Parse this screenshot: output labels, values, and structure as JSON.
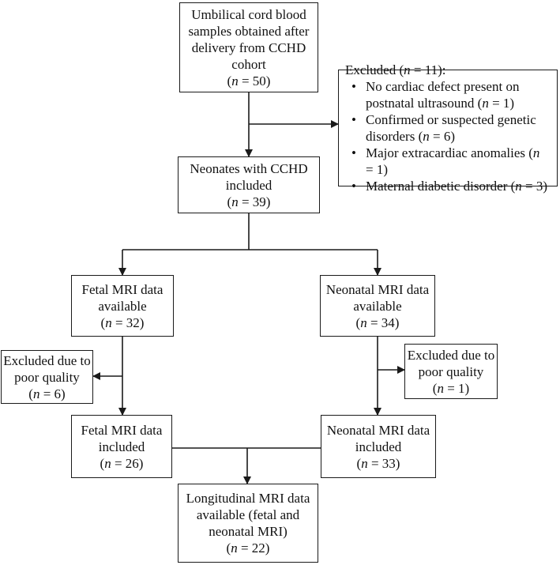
{
  "boxes": {
    "cord_blood": {
      "lines": [
        "Umbilical cord blood",
        "samples obtained after",
        "delivery from CCHD",
        "cohort"
      ],
      "n_label": "n",
      "n_value": " = 50)"
    },
    "excluded_main": {
      "title_pre": "Excluded (",
      "title_n": "n",
      "title_post": " = 11):",
      "items": [
        {
          "text": "No cardiac defect present on",
          "cont": "postnatal ultrasound (",
          "n": "n",
          "val": " = 1)"
        },
        {
          "text": "Confirmed or suspected genetic",
          "cont": "disorders (",
          "n": "n",
          "val": " = 6)"
        },
        {
          "text": "Major extracardiac anomalies (",
          "n": "n",
          "val": " = 1)"
        },
        {
          "text": "Maternal diabetic disorder (",
          "n": "n",
          "val": " = 3)"
        }
      ]
    },
    "neonates": {
      "lines": [
        "Neonates with CCHD",
        "included"
      ],
      "n_label": "n",
      "n_value": " = 39)"
    },
    "fetal_available": {
      "lines": [
        "Fetal MRI data",
        "available"
      ],
      "n_label": "n",
      "n_value": " = 32)"
    },
    "neonatal_available": {
      "lines": [
        "Neonatal MRI data",
        "available"
      ],
      "n_label": "n",
      "n_value": " = 34)"
    },
    "fetal_excluded": {
      "lines": [
        "Excluded due to",
        "poor quality"
      ],
      "n_label": "n",
      "n_value": " = 6)"
    },
    "neonatal_excluded": {
      "lines": [
        "Excluded due to",
        "poor quality"
      ],
      "n_label": "n",
      "n_value": " = 1)"
    },
    "fetal_included": {
      "lines": [
        "Fetal MRI data",
        "included"
      ],
      "n_label": "n",
      "n_value": " = 26)"
    },
    "neonatal_included": {
      "lines": [
        "Neonatal MRI data",
        "included"
      ],
      "n_label": "n",
      "n_value": " = 33)"
    },
    "longitudinal": {
      "lines": [
        "Longitudinal MRI data",
        "available (fetal and",
        "neonatal MRI)"
      ],
      "n_label": "n",
      "n_value": " = 22)"
    }
  }
}
